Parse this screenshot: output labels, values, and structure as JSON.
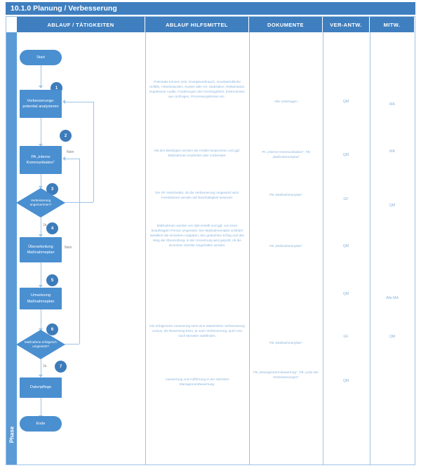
{
  "document": {
    "title": "10.1.0 Planung / Verbesserung",
    "phase_label": "Phase"
  },
  "columns": [
    {
      "key": "ablauf",
      "label": "ABLAUF / TÄTIGKEITEN"
    },
    {
      "key": "hilfsmittel",
      "label": "ABLAUF HILFSMITTEL"
    },
    {
      "key": "dokumente",
      "label": "DOKUMENTE"
    },
    {
      "key": "verantw",
      "label": "VER-ANTW."
    },
    {
      "key": "mitw",
      "label": "MITW."
    }
  ],
  "flow": {
    "start_label": "Start",
    "end_label": "Ende",
    "nodes": [
      {
        "num": "1",
        "label": "Verbesserungs-potential analysieren",
        "type": "process"
      },
      {
        "num": "2",
        "label": "PA „interne Kommunikation\"",
        "type": "process"
      },
      {
        "num": "3",
        "label": "Verbesserung angenommen?",
        "type": "decision"
      },
      {
        "num": "4",
        "label": "Überarbeitung Maßnahmeplan",
        "type": "process"
      },
      {
        "num": "5",
        "label": "Umsetzung Maßnahmeplan",
        "type": "process"
      },
      {
        "num": "6",
        "label": "Maßnahme erfolgreich umgesetzt?",
        "type": "decision"
      },
      {
        "num": "7",
        "label": "Datenpflege",
        "type": "process"
      }
    ],
    "edge_labels": {
      "nein_upper": "Nein",
      "nein_lower": "Nein",
      "ja_step3": "Ja",
      "ja_step6": "Ja"
    }
  },
  "rows": [
    {
      "hilfsmittel": "Potentiale können sein: Energieverbrauch, innerbetriebliche Unfälle, Arbeitsstunden, Kosten aller Art, Statistiken, Reklamation, Ergebnisse Audits, Forderungen des Gesetzgebers, Erkenntnisse aus Umfragen, Prozessergebnisse  etc..",
      "dokumente": "Alle Unterlagen",
      "verantw": "QM",
      "mitw": "MA"
    },
    {
      "hilfsmittel": "Mit den Beteiligten werden die Inhalte besprochen und ggf. Maßnahmen erarbeitet oder vorbereitet.",
      "dokumente": "PA „Interne Kommunikation\", FB „Maßnahmenplan\"",
      "verantw": "QM",
      "mitw": "MA"
    },
    {
      "hilfsmittel": "Die GF entscheidet, ob die Verbesserung umgesetzt wird. Investitionen werden auf Nachhaltigkeit bewertet.",
      "dokumente": "FB „Maßnahmenplan\"",
      "verantw": "GF",
      "mitw": "QM"
    },
    {
      "hilfsmittel": "Maßnahmen werden von QM erstellt und ggf. von einer beauftragten Person umgesetzt. Der Maßnahmenplan schildert detailliert die einzelnen Aufgaben, den gedachten Erfolg und den Weg der Überprüfung. In der Umsetzung wird geprüft, ob die einzelnen Schritte eingehalten werden.",
      "dokumente": "FB „Maßnahmenplan\"",
      "verantw": "QM",
      "mitw": ""
    },
    {
      "hilfsmittel": "",
      "dokumente": "",
      "verantw": "QM",
      "mitw": "Alle MA"
    },
    {
      "hilfsmittel": "Die erfolgreiche Umsetzung setzt eine tatsächliche Verbesserung voraus, die Bewertung kann, je nach Verbesserung, auch erst nach Monaten stattfinden.",
      "dokumente": "FB „Maßnahmenplan\"",
      "verantw": "GF",
      "mitw": "QM"
    },
    {
      "hilfsmittel": "Auswertung und Aufführung in der nächsten Managementbewertung.",
      "dokumente": "FB „Management-bewertung\", FB „Liste der Verbesserungen\"",
      "verantw": "QM",
      "mitw": ""
    }
  ],
  "colors": {
    "header_blue": "#3f7fbf",
    "shape_blue": "#4a8fd0",
    "band_blue": "#5b9bd5",
    "line_blue": "#9dc3e6",
    "text_blue": "#8ab4dd"
  }
}
